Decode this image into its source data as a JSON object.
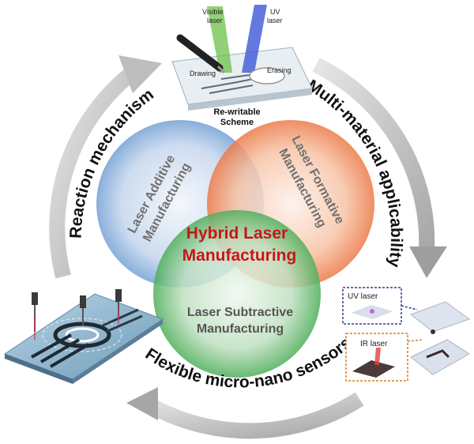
{
  "center": {
    "title_line1": "Hybrid Laser",
    "title_line2": "Manufacturing",
    "color": "#c8151b"
  },
  "circles": {
    "additive": {
      "line1": "Laser Additive",
      "line2": "Manufacturing",
      "color": "#7fa8d8"
    },
    "formative": {
      "line1": "Laser Formative",
      "line2": "Manufacturing",
      "color": "#f08a5d"
    },
    "subtractive": {
      "line1": "Laser Subtractive",
      "line2": "Manufacturing",
      "color": "#5fb86a"
    }
  },
  "cycle": {
    "left": "Reaction mechanism",
    "right": "Multi-material applicability",
    "bottom": "Flexible micro-nano sensors"
  },
  "top_scheme": {
    "visible_laser_line1": "Visible",
    "visible_laser_line2": "laser",
    "uv_laser_line1": "UV",
    "uv_laser_line2": "laser",
    "drawing": "Drawing",
    "erasing": "Erasing",
    "caption_line1": "Re-writable",
    "caption_line2": "Scheme"
  },
  "right_panel": {
    "uv_label": "UV laser",
    "ir_label": "IR laser"
  },
  "icons": [
    "cycle-arrow-icon",
    "laser-beam-icon",
    "probe-icon",
    "sensor-chip-icon"
  ]
}
